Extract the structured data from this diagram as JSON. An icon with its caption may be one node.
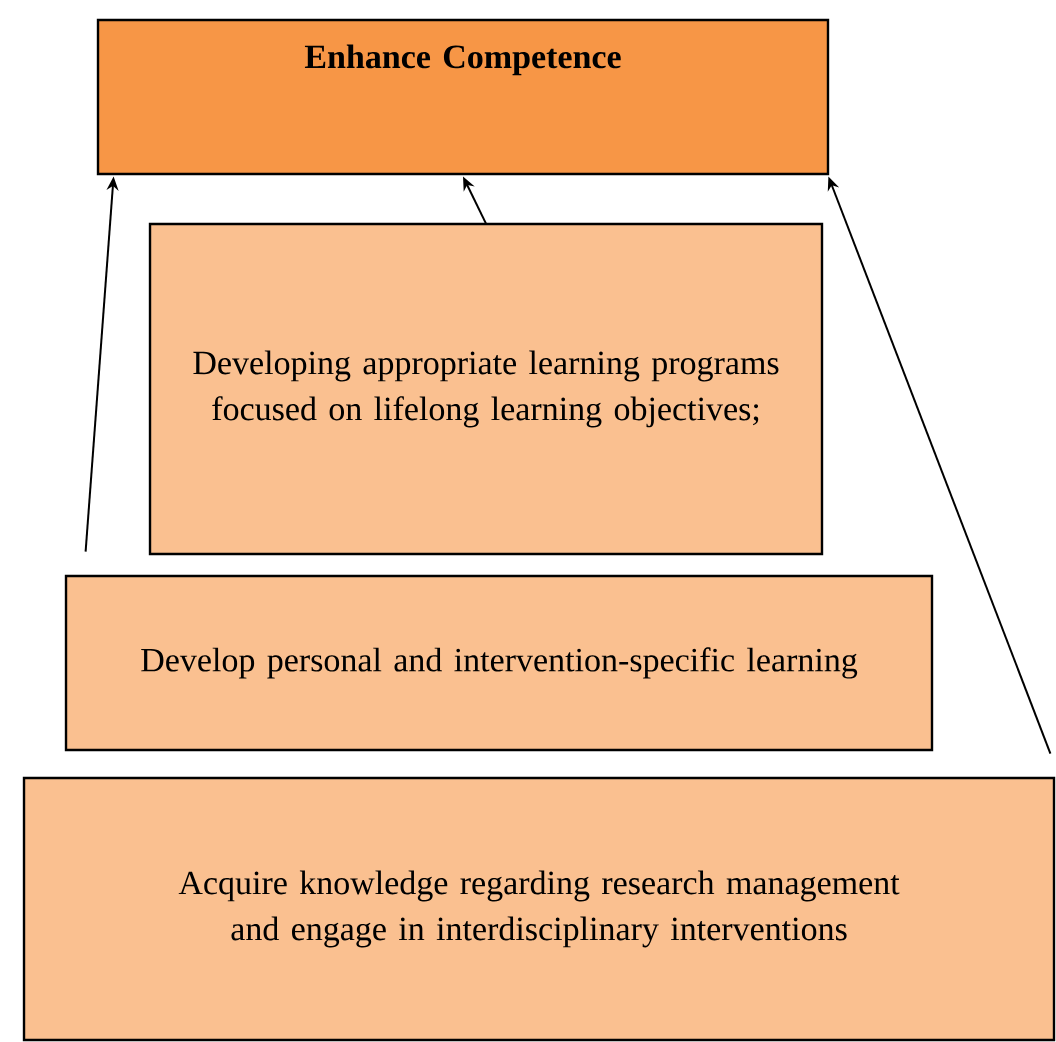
{
  "diagram": {
    "nodes": [
      {
        "text": [
          "Enhance Competence"
        ]
      },
      {
        "text": [
          "Developing appropriate learning programs focused on lifelong learning objectives;"
        ]
      },
      {
        "text": [
          "Develop personal and intervention-specific learning"
        ]
      },
      {
        "text": [
          "Acquire knowledge regarding research management and engage in interdisciplinary interventions"
        ]
      }
    ],
    "edges": [
      {
        "from": 1,
        "to": 0,
        "arrow": "to"
      },
      {
        "from": 2,
        "to": 0,
        "arrow": "to"
      },
      {
        "from": 3,
        "to": 0,
        "arrow": "to"
      }
    ]
  }
}
